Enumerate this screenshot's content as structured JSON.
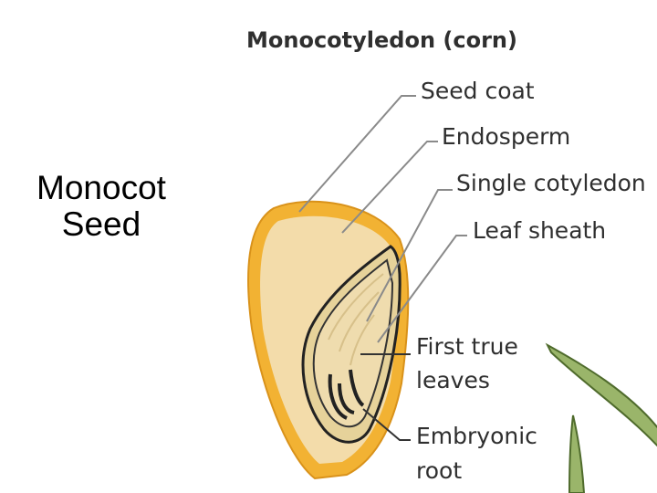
{
  "slide": {
    "title_line1": "Monocot",
    "title_line2": "Seed"
  },
  "diagram": {
    "heading": "Monocotyledon (corn)",
    "labels": [
      {
        "id": "seed-coat",
        "text": "Seed coat"
      },
      {
        "id": "endosperm",
        "text": "Endosperm"
      },
      {
        "id": "single-cotyledon",
        "text": "Single cotyledon"
      },
      {
        "id": "leaf-sheath",
        "text": "Leaf sheath"
      },
      {
        "id": "first-true-leaves",
        "line1": "First true",
        "line2": "leaves"
      },
      {
        "id": "embryonic-root",
        "line1": "Embryonic",
        "line2": "root"
      }
    ],
    "colors": {
      "seed_coat": "#f2b233",
      "seed_coat_edge": "#d9921a",
      "endosperm": "#f3dcaa",
      "embryo": "#e6d29a",
      "embryo_outline": "#222222",
      "leaf_green": "#9ab56a",
      "leaf_dark": "#4f6b2c"
    }
  }
}
